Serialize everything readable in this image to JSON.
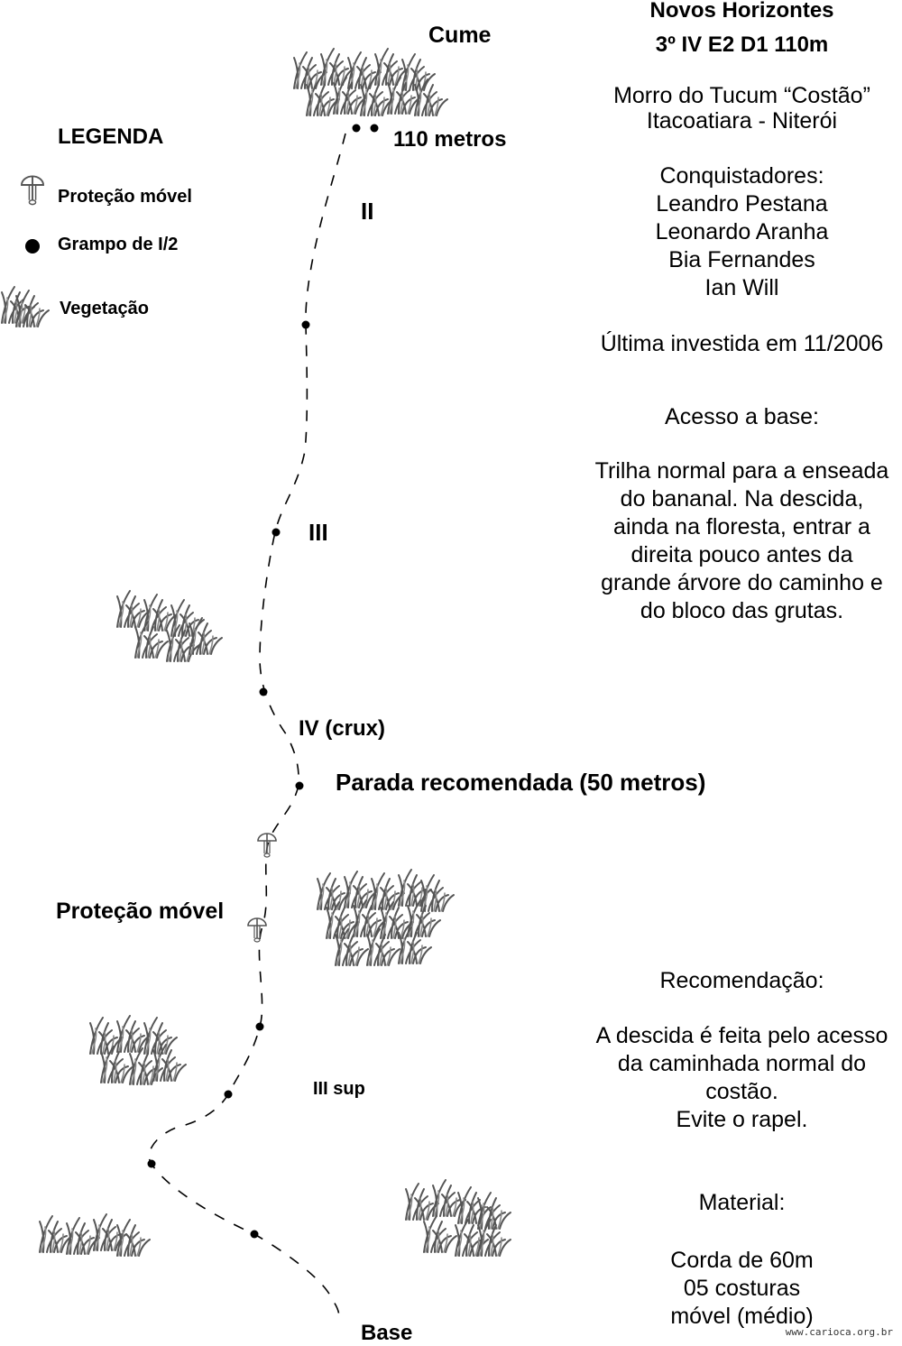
{
  "header": {
    "title": "Novos Horizontes",
    "grade": "3º IV E2 D1 110m"
  },
  "info": {
    "location_line1": "Morro do Tucum “Costão”",
    "location_line2": "Itacoatiara - Niterói",
    "conquerors_heading": "Conquistadores:",
    "conquerors": [
      "Leandro Pestana",
      "Leonardo Aranha",
      "Bia Fernandes",
      "Ian Will"
    ],
    "last_visit": "Última investida em 11/2006",
    "access_heading": "Acesso a base:",
    "access_lines": [
      "Trilha normal para a enseada",
      "do bananal. Na descida,",
      "ainda na floresta, entrar a",
      "direita pouco antes da",
      "grande árvore do caminho e",
      "do bloco das grutas."
    ],
    "recommendation_heading": "Recomendação:",
    "recommendation_lines": [
      "A descida é feita pelo acesso",
      "da caminhada normal do",
      "costão.",
      "Evite o rapel."
    ],
    "material_heading": "Material:",
    "material_lines": [
      "Corda de 60m",
      "05 costuras",
      "móvel (médio)"
    ]
  },
  "legend": {
    "title": "LEGENDA",
    "mobile_protection": "Proteção móvel",
    "bolt": "Grampo de I/2",
    "vegetation": "Vegetação"
  },
  "route": {
    "summit": "Cume",
    "summit_height": "110 metros",
    "pitch_II": "II",
    "pitch_III": "III",
    "pitch_IV": "IV (crux)",
    "stop": "Parada recomendada (50 metros)",
    "mobile_protection": "Proteção móvel",
    "pitch_III_sup": "III sup",
    "base": "Base"
  },
  "watermark": "www.carioca.org.br",
  "icons": {
    "mobile_protection": "cam-icon",
    "bolt": "bolt-icon",
    "vegetation": "grass-icon"
  }
}
